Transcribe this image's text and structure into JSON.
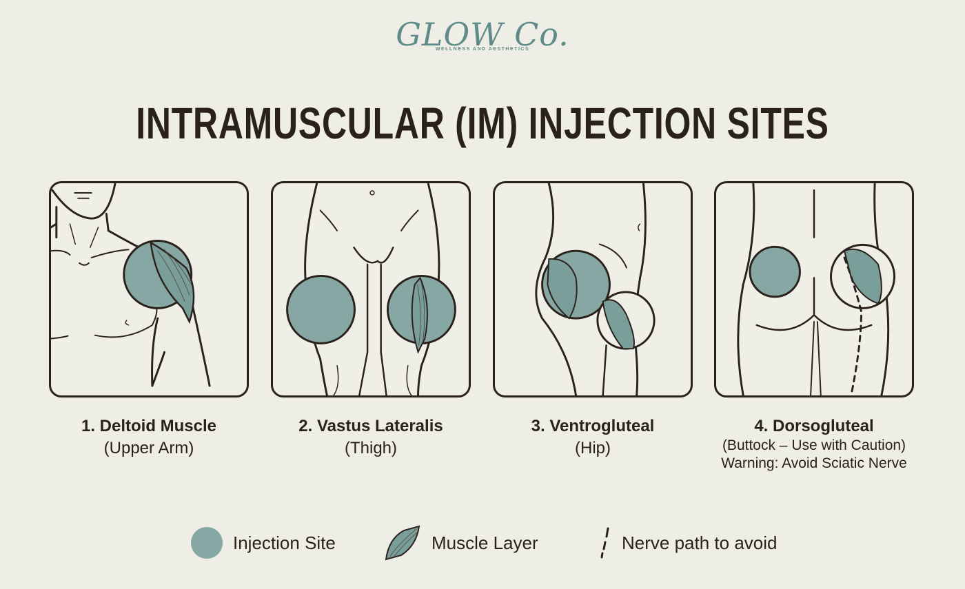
{
  "brand": {
    "name": "GLOW Co.",
    "tagline": "WELLNESS AND AESTHETICS"
  },
  "title": "INTRAMUSCULAR (IM) INJECTION SITES",
  "colors": {
    "background": "#eeede6",
    "ink": "#2b211b",
    "injection_site": "#86a7a3",
    "brand": "#5f8c88"
  },
  "sites": [
    {
      "number": "1.",
      "name": "1. Deltoid Muscle",
      "subtitle": "(Upper Arm)"
    },
    {
      "number": "2.",
      "name": "2. Vastus Lateralis",
      "subtitle": "(Thigh)"
    },
    {
      "number": "3.",
      "name": "3. Ventrogluteal",
      "subtitle": "(Hip)"
    },
    {
      "number": "4.",
      "name": "4. Dorsogluteal",
      "subtitle": "(Buttock – Use with Caution)",
      "warning": "Warning: Avoid Sciatic Nerve"
    }
  ],
  "legend": [
    {
      "icon": "injection-site-circle-icon",
      "label": "Injection Site"
    },
    {
      "icon": "muscle-layer-icon",
      "label": "Muscle Layer"
    },
    {
      "icon": "nerve-path-dashed-icon",
      "label": "Nerve path to avoid"
    }
  ]
}
